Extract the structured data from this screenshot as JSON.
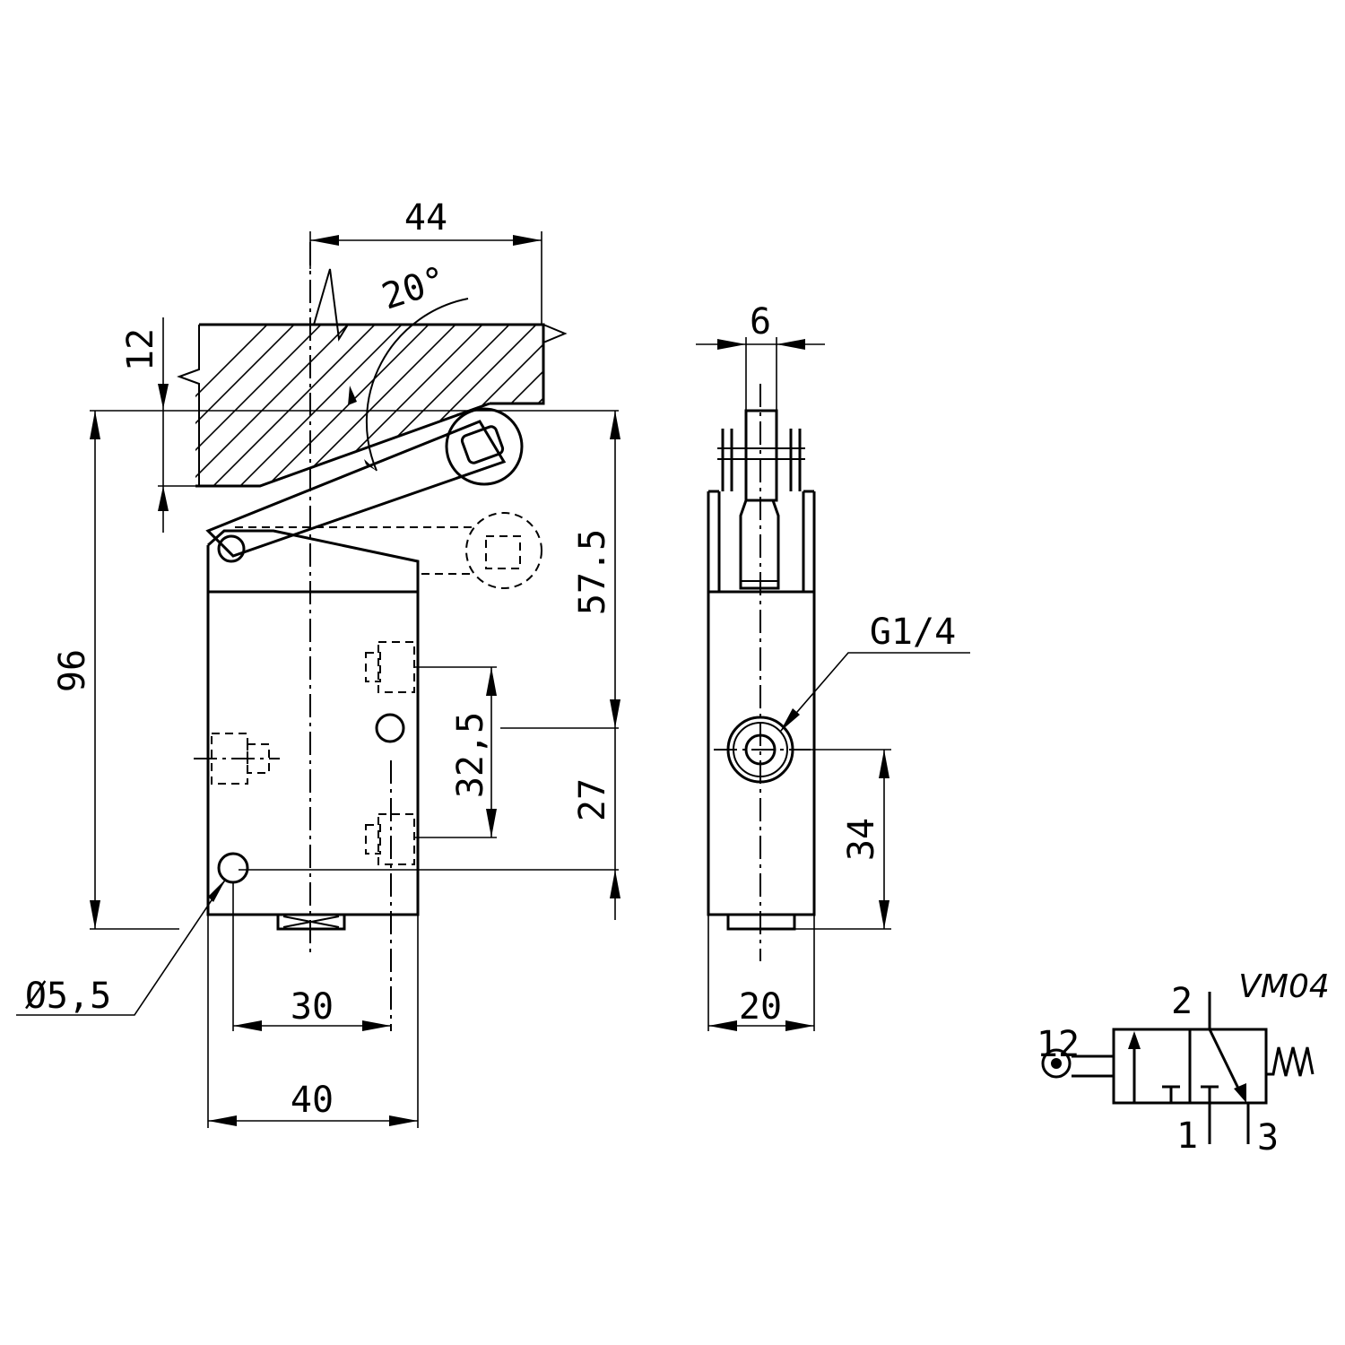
{
  "dimensions": {
    "width_roller_offset": "44",
    "angle": "20°",
    "cam_thickness": "12",
    "total_height": "96",
    "upper_height": "57.5",
    "port_spacing": "32,5",
    "lower_height": "27",
    "hole_diameter": "Ø5,5",
    "hole_spacing": "30",
    "body_width": "40",
    "roller_width": "6",
    "thread": "G1/4",
    "side_port_height": "34",
    "body_depth": "20"
  },
  "symbol": {
    "model": "VM04",
    "port_2": "2",
    "port_12": "12",
    "port_1": "1",
    "port_3": "3"
  }
}
